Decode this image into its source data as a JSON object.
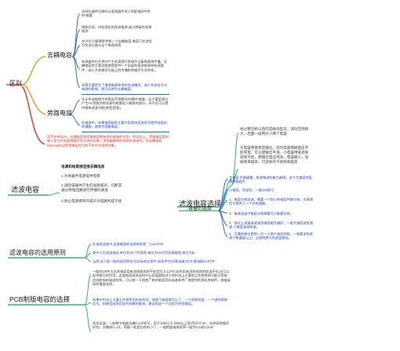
{
  "colors": {
    "green": "#3db36a",
    "blue": "#2f6fd6",
    "red": "#e24a3a",
    "orange": "#e8a23a",
    "dark_text": "#2b2b2b",
    "blue_text": "#1f3fbf",
    "red_text": "#d0342c"
  },
  "topics": {
    "distinguish": "区别",
    "decoupling": "去耦电容",
    "bypass": "旁路电容",
    "filter": "滤波电容",
    "filter_select": "滤波电容选择",
    "filter_principle": "滤波电容的选用原则",
    "pcb_filter": "PCB制版电容的选择",
    "choice": "容量的选择"
  },
  "decoupling_leaves": [
    "去除在器件切换时从高频器件进入到配电网中的RF能量",
    "储能作用，供局部化的直流电源,减少跨板的浪涌电流",
    "在VCC引脚通常并联一个去耦电容,电容只交流信号交流分量从这个电容接地",
    "有源器件在开关时产生的高频开关噪声沿着电源线传播。去耦电容的主要功能就是提供一个局部的直流电源给有源器件，减少开关噪声在板上的传播和将噪声引导到地。",
    "如果主要是为了增加电源和地的交流耦合，减少交流信号对电源的影响，就可以称为去耦电容。"
  ],
  "bypass_leaves": [
    "从元件或电缆中转换出不想要的共模RF能量，这主要是通过产生AC旁路消除无意的能量进入敏感的部分，另外还可以提供基带滤波功能(带宽受限)。",
    "在电源中，如果电容起的主要作用是给交流信号提供低阻抗的通路，就称为旁路电容。"
  ],
  "distinguish_note": "而不在布局中，去耦电容和旁路电容都有保护电路的作用，但实际上，旁路电容是把输入信号中的高频噪声作为滤除对象，把前级携带的高频杂波滤除，而去耦电容(decoupling)是把输出信号的干扰作为滤除对象。",
  "filter_header": "电源和地直接连接去耦电容",
  "filter_leaves": [
    "1.为本器件电源提供电荷",
    "2.滤除该器件产生的高频噪声。切断其通过供电回路进行传播的通道",
    "3.防止电源携带的噪声对电路构成干扰"
  ],
  "select_leaves": [
    "经过整流桥以后的是脉动直流，波动范围很大，后面一般用大小两个电容",
    "大电容用来稳定输出，因为电容两端电压不能突变，可以使输出平滑，小电容用来滤除高频干扰，使输出电压纯净，电容越小，谐振频率越高，可滤除的干扰频率越高"
  ],
  "choice_leaves": [
    "大电容,负载越重，吸收电流的能力越强，这个大电容的容量就要越大",
    "小电容，凭经验，一般104即可",
    "1、电容对地滤波，需要一个较小的电容并联对地，对高频信号提供了一个对地通路。",
    "2、电源滤波中电容对地脚要尽可能靠近地。",
    "3、理论上说电源滤波用电容越大越好，一般大电容滤低频波,小电容滤高频波。",
    "4、可靠的做法是将一大一小两个电容并联，一般要求相差两个数量级以上，以获得更大的滤波频段。"
  ],
  "principle_leaves": [
    "在电源滤波中,滤波电容的选用原则是：C≥2.5T/R",
    "其中:C为滤波电容,单位为UF;T为频率,单位为Hz;R为负载电阻,单位为Ω",
    "当然,这只是一般的选用原则,在实际的应用中,如条件(空间和成本)允许,都选取C≥5T/R"
  ],
  "pcb_leaves": [
    "一般的10PF左右的电容用来滤除高频的干扰信号,0.1UF左右的用来滤除低频的纹波干扰,还可以起到稳压的作用。滤波电容具体选择什么容值要取决于你PCB上主要的工作频率和可能对系统造成影响的谐波频率。可以查一下相关厂商的电容资料或者参考厂商提供的资料库软件，根据具体的需要选择。",
    "如果在PCB上主要工作频率比较低的话，加两个电容就可以了，一个虑除纹波，一个虑除高频信号。如果会出现比较大的瞬时电流，建议再加一个比较大的钽电容。",
    "其实滤波，一般数字电路去耦0.1uF即可，用于10M以下;20M以上用1到10个uF，去除高频噪声好些，大概按C=1/f。旁路一般是比较的小了，一般根据谐振频率一般为0.1或0.01uF"
  ]
}
